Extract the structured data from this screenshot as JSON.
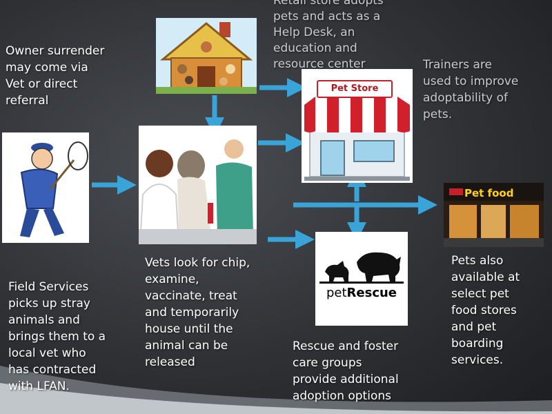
{
  "texts": {
    "retail": [
      "Retail store adopts",
      "pets and acts as a",
      "Help Desk, an",
      "education  and",
      "resource center"
    ],
    "owner": [
      "Owner surrender",
      "may come via",
      "Vet or direct",
      "referral"
    ],
    "trainers": [
      "Trainers are",
      "used to improve",
      "adoptability of",
      "pets."
    ],
    "field": [
      "Field Services",
      "picks up stray",
      "animals and",
      "brings them to a",
      "local vet who",
      "has contracted",
      "with LFAN."
    ],
    "vets": [
      "Vets look for chip,",
      "examine,",
      "vaccinate, treat",
      "and temporarily",
      "house until the",
      "animal can be",
      "released"
    ],
    "rescue": [
      "Rescue and foster",
      "care groups",
      "provide additional",
      "adoption options"
    ],
    "pets_also": [
      "Pets also",
      "available at",
      "select pet",
      "food stores",
      "and pet",
      "boarding",
      "services."
    ]
  },
  "images": {
    "pet_store_sign": "Pet Store",
    "pet_food_sign": "Pet food",
    "rescue_pet": "pet",
    "rescue_word": "Rescue"
  },
  "colors": {
    "arrow": "#3aa3d8",
    "store_red": "#d0202c",
    "text_gray": "#c9cbcf"
  }
}
